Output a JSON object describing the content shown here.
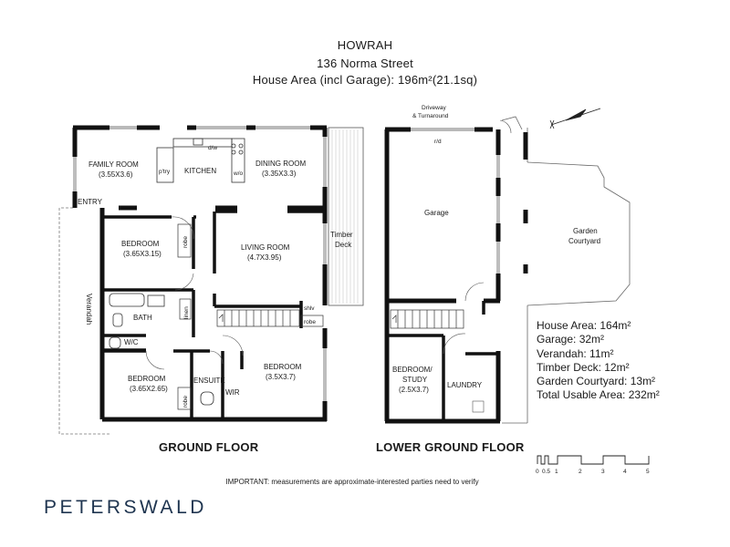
{
  "header": {
    "title": "HOWRAH",
    "address": "136 Norma Street",
    "house_area": "House Area (incl Garage): 196m²(21.1sq)"
  },
  "ground_floor": {
    "label": "GROUND FLOOR",
    "rooms": {
      "family_room": "FAMILY ROOM",
      "family_room_dims": "(3.55X3.6)",
      "kitchen": "KITCHEN",
      "dining_room": "DINING ROOM",
      "dining_room_dims": "(3.35X3.3)",
      "entry": "ENTRY",
      "bedroom1": "BEDROOM",
      "bedroom1_dims": "(3.65X3.15)",
      "living_room": "LIVING ROOM",
      "living_room_dims": "(4.7X3.95)",
      "bath": "BATH",
      "wc": "W/C",
      "bedroom2": "BEDROOM",
      "bedroom2_dims": "(3.65X2.65)",
      "ensuite": "ENSUITE",
      "wir": "WIR",
      "bedroom3": "BEDROOM",
      "bedroom3_dims": "(3.5X3.7)",
      "verandah": "Verandah",
      "timber_deck": "Timber",
      "timber_deck_2": "Deck"
    },
    "fixtures": {
      "pantry": "p'try",
      "dishwasher": "d/w",
      "wall_oven": "w/o",
      "robe1": "robe",
      "linen": "linen",
      "robe2": "robe",
      "shelves": "shlv",
      "robe3": "robe"
    }
  },
  "lower_ground_floor": {
    "label": "LOWER GROUND FLOOR",
    "rooms": {
      "driveway": "Driveway",
      "turnaround": "& Turnaround",
      "rd": "r/d",
      "garage": "Garage",
      "garden": "Garden",
      "courtyard": "Courtyard",
      "bedroom_study_1": "BEDROOM/",
      "bedroom_study_2": "STUDY",
      "bedroom_study_dims": "(2.5X3.7)",
      "laundry": "LAUNDRY"
    }
  },
  "areas": [
    "House Area: 164m²",
    "Garage: 32m²",
    "Verandah: 11m²",
    "Timber Deck: 12m²",
    "Garden Courtyard: 13m²",
    "Total Usable Area: 232m²"
  ],
  "scale_bar": {
    "ticks": [
      "0",
      "0.5",
      "1",
      "2",
      "3",
      "4",
      "5"
    ]
  },
  "important_note": "IMPORTANT: measurements are approximate-interested parties need to verify",
  "brand": "PETERSWALD",
  "colors": {
    "wall": "#111111",
    "brand": "#1f3550",
    "text": "#1a1a1a"
  },
  "icons": {
    "north": "north-arrow-icon"
  }
}
